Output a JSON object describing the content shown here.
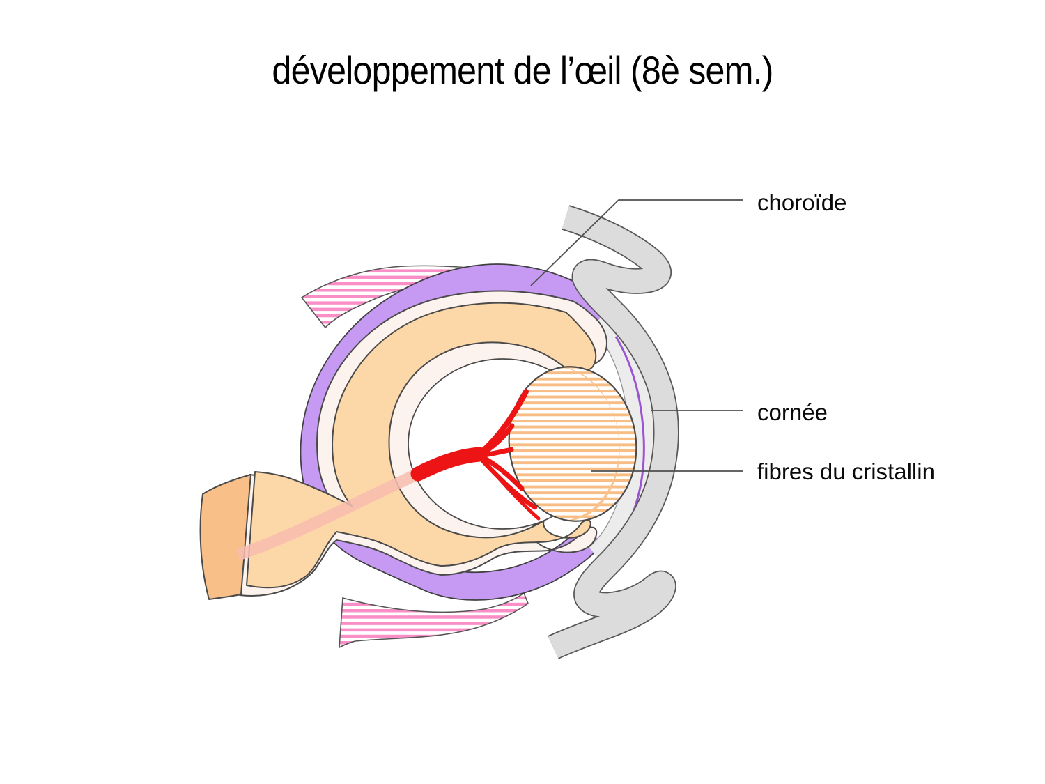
{
  "title": "développement de l’œil (8è sem.)",
  "diagram": {
    "type": "anatomical-illustration",
    "subject": "developing eye, 8th week, cross-section",
    "annotations": [
      {
        "id": "choroide",
        "label": "choroïde"
      },
      {
        "id": "cornee",
        "label": "cornée"
      },
      {
        "id": "fibres-du-cristallin",
        "label": "fibres du cristallin"
      }
    ],
    "colors": {
      "background": "#ffffff",
      "title_text": "#000000",
      "label_text": "#0a0a0a",
      "leader_line": "#4f4f4f",
      "choroid_purple": "#c69af3",
      "pigment_line_purple": "#9b55d3",
      "surface_ectoderm_gray": "#dcdcdc",
      "cornea_light_gray": "#ececec",
      "outer_layer_cream": "#fdf3ee",
      "retina_peach": "#fcd7a8",
      "stalk_cut_end_orange": "#f8c088",
      "lens_fiber_stripe_orange": "#f7bd85",
      "lens_rim_orange": "#f9c390",
      "hyaloid_artery_red": "#ec1414",
      "hyaloid_vessel_pink": "#f7bcae",
      "mesenchyme_stripe_pink": "#fa8ec6",
      "outline_dark": "#4a4a4a"
    }
  }
}
